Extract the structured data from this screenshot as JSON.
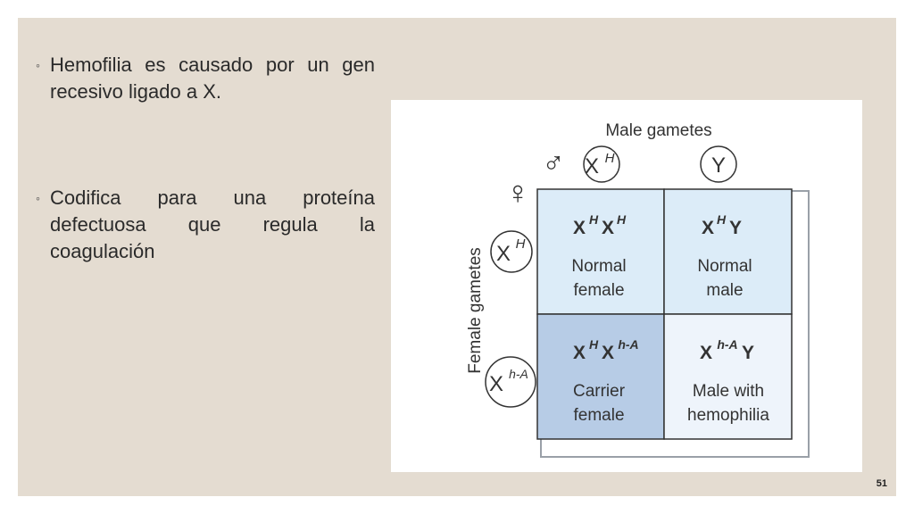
{
  "bullets": [
    {
      "text": "Hemofilia es causado por un gen recesivo ligado a X."
    },
    {
      "text": "Codifica para una proteína defectuosa que regula la coagulación"
    }
  ],
  "punnett": {
    "male_label": "Male gametes",
    "female_label": "Female gametes",
    "male_symbol": "♂",
    "female_symbol": "♀",
    "male_gametes": [
      {
        "base": "X",
        "sup": "H"
      },
      {
        "base": "Y",
        "sup": ""
      }
    ],
    "female_gametes": [
      {
        "base": "X",
        "sup": "H"
      },
      {
        "base": "X",
        "sup": "h-A"
      }
    ],
    "cells": [
      {
        "g1": "X",
        "s1": "H",
        "g2": "X",
        "s2": "H",
        "line1": "Normal",
        "line2": "female",
        "color": "#dcecf8"
      },
      {
        "g1": "X",
        "s1": "H",
        "g2": "Y",
        "s2": "",
        "line1": "Normal",
        "line2": "male",
        "color": "#dcecf8"
      },
      {
        "g1": "X",
        "s1": "H",
        "g2": "X",
        "s2": "h-A",
        "line1": "Carrier",
        "line2": "female",
        "color": "#b7cce6"
      },
      {
        "g1": "X",
        "s1": "h-A",
        "g2": "Y",
        "s2": "",
        "line1": "Male with",
        "line2": "hemophilia",
        "color": "#eef4fb"
      }
    ]
  },
  "page_number": "51"
}
